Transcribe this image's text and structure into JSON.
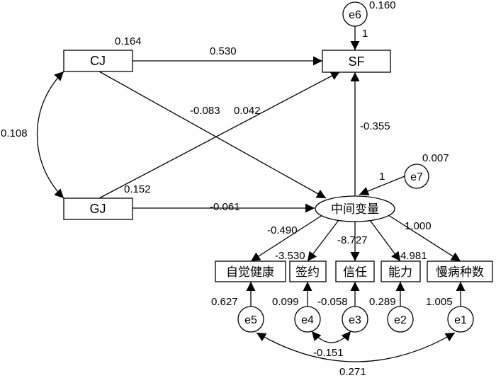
{
  "observed": {
    "cj": "CJ",
    "gj": "GJ",
    "sf": "SF"
  },
  "latent": {
    "mediator": "中间变量"
  },
  "indicators": {
    "i1": "自觉健康",
    "i2": "签约",
    "i3": "信任",
    "i4": "能力",
    "i5": "慢病种数"
  },
  "errors": {
    "e1": "e1",
    "e2": "e2",
    "e3": "e3",
    "e4": "e4",
    "e5": "e5",
    "e6": "e6",
    "e7": "e7"
  },
  "coefficients": {
    "cj_variance": "0.164",
    "gj_variance": "0.152",
    "cj_gj_cov": "0.108",
    "cj_to_sf": "0.530",
    "cj_to_mediator": "-0.083",
    "gj_to_sf": "0.042",
    "gj_to_mediator": "-0.061",
    "mediator_to_sf": "-0.355",
    "e6_variance": "0.160",
    "e6_path": "1",
    "e7_variance": "0.007",
    "e7_path": "1",
    "load_i1": "-0.490",
    "load_i2": "-3.530",
    "load_i3": "-8.727",
    "load_i4": "-4.981",
    "load_i5": "1.000",
    "e5_variance": "0.627",
    "e4_variance": "0.099",
    "e3_variance": "-0.058",
    "e2_variance": "0.289",
    "e1_variance": "1.005",
    "e4_e3_cov": "-0.151",
    "e5_e1_cov": "0.271"
  }
}
